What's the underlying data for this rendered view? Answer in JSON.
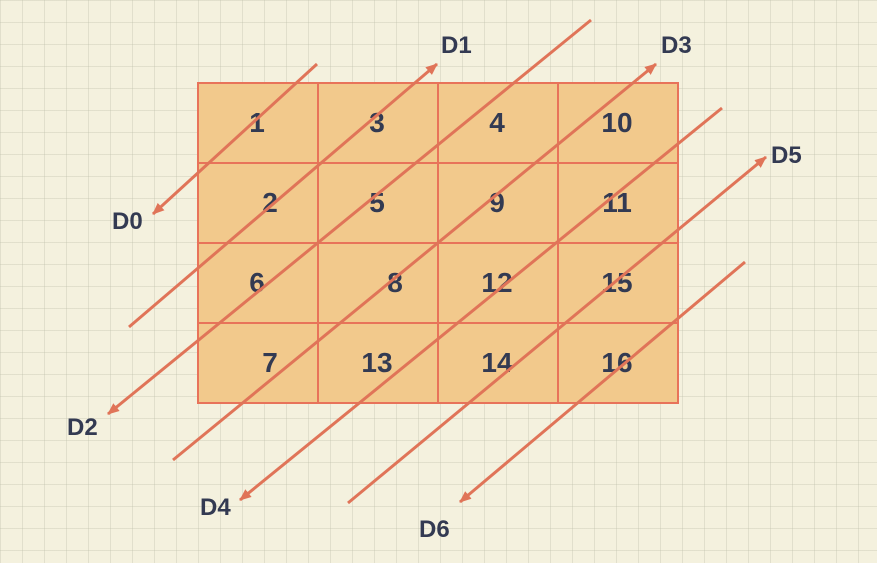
{
  "grid": {
    "rows": [
      [
        "1",
        "3",
        "4",
        "10"
      ],
      [
        "2",
        "5",
        "9",
        "11"
      ],
      [
        "6",
        "8",
        "12",
        "15"
      ],
      [
        "7",
        "13",
        "14",
        "16"
      ]
    ]
  },
  "diagonals": [
    {
      "label": "D0",
      "direction": "down-left"
    },
    {
      "label": "D1",
      "direction": "up-right"
    },
    {
      "label": "D2",
      "direction": "down-left"
    },
    {
      "label": "D3",
      "direction": "up-right"
    },
    {
      "label": "D4",
      "direction": "down-left"
    },
    {
      "label": "D5",
      "direction": "up-right"
    },
    {
      "label": "D6",
      "direction": "down-left"
    }
  ],
  "colors": {
    "cell_fill": "#f2c98c",
    "cell_border": "#e8735a",
    "arrow": "#e07458",
    "text": "#333a52",
    "background": "#f4f1de"
  }
}
